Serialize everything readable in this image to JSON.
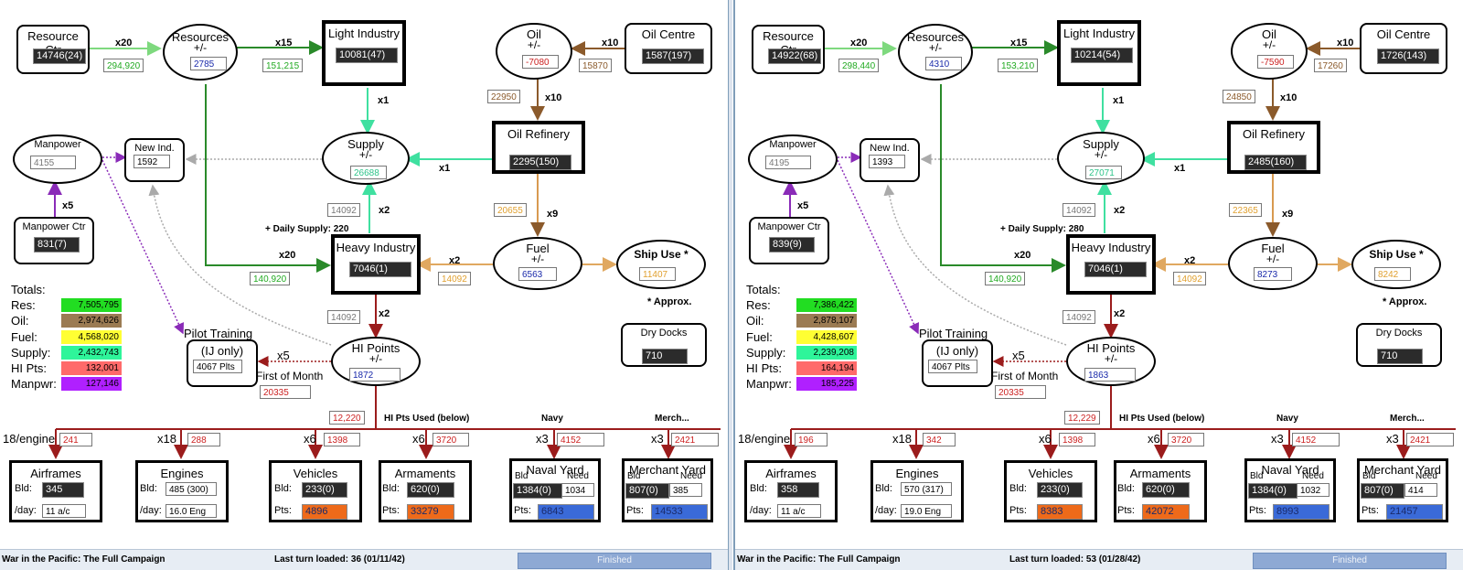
{
  "colors": {
    "resources": "#22cc22",
    "oil": "#9b7b53",
    "fuel": "#ffff33",
    "supply": "#2ef59a",
    "hi": "#ff6a6a",
    "manpower": "#b020ff",
    "arrow_dark_green": "#2a8a2a",
    "arrow_red": "#9b1c1c",
    "arrow_brown": "#8b5a2b",
    "arrow_orange": "#d8a060"
  },
  "labels": {
    "resource_ctr": "Resource Ctr",
    "resources": "Resources",
    "plusminus": "+/-",
    "light_industry": "Light Industry",
    "oil": "Oil",
    "oil_centre": "Oil Centre",
    "manpower": "Manpower",
    "new_ind": "New Ind.",
    "supply": "Supply",
    "oil_refinery": "Oil Refinery",
    "manpower_ctr": "Manpower Ctr",
    "heavy_industry": "Heavy Industry",
    "fuel": "Fuel",
    "ship_use": "Ship Use *",
    "approx": "* Approx.",
    "dry_docks": "Dry Docks",
    "totals": "Totals:",
    "res": "Res:",
    "oil_t": "Oil:",
    "fuel_t": "Fuel:",
    "supply_t": "Supply:",
    "hi_t": "HI Pts:",
    "manpwr_t": "Manpwr:",
    "pilot_training": "Pilot Training",
    "ij_only": "(IJ only)",
    "hi_points": "HI Points",
    "first_of_month": "First of Month",
    "hi_pts_used": "HI Pts Used (below)",
    "navy": "Navy",
    "merch": "Merch...",
    "engine_mult": "18/engine",
    "airframes": "Airframes",
    "engines": "Engines",
    "vehicles": "Vehicles",
    "armaments": "Armaments",
    "naval_yard": "Naval Yard",
    "merchant_yard": "Merchant Yard",
    "bld": "Bld:",
    "bld_short": "Bld",
    "need": "Need",
    "per_day": "/day:",
    "pts": "Pts:"
  },
  "multipliers": {
    "x20": "x20",
    "x15": "x15",
    "x10": "x10",
    "x1": "x1",
    "x5": "x5",
    "x2": "x2",
    "x9": "x9",
    "x18": "x18",
    "x6": "x6",
    "x3": "x3"
  },
  "panels": [
    {
      "resource_ctr": "14746(24)",
      "res_to_resources": "294,920",
      "resources_val": "2785",
      "res_to_light": "151,215",
      "light_industry": "10081(47)",
      "oil_val": "-7080",
      "oil_centre_flow": "15870",
      "oil_centre": "1587(197)",
      "oil_to_refinery": "22950",
      "manpower_val": "4155",
      "new_ind": "1592",
      "supply_val": "26688",
      "oil_refinery": "2295(150)",
      "hi_supply": "14092",
      "daily_supply": "+ Daily Supply: 220",
      "refinery_fuel": "20655",
      "manpower_ctr": "831(7)",
      "res_to_hi": "140,920",
      "heavy_industry": "7046(1)",
      "hi_fuel": "14092",
      "fuel_val": "6563",
      "ship_use": "11407",
      "hi_to_hip": "14092",
      "dry_docks": "710",
      "totals": {
        "res": "7,505,795",
        "oil": "2,974,626",
        "fuel": "4,568,020",
        "supply": "2,432,743",
        "hi": "132,001",
        "manpwr": "127,146"
      },
      "pilot_plts": "4067 Plts",
      "pilot_flow": "20335",
      "hi_points": "1872",
      "hi_used": "12,220",
      "airframes_need": "241",
      "engines_need": "288",
      "vehicles_need": "1398",
      "armaments_need": "3720",
      "naval_need_top": "4152",
      "merchant_need_top": "2421",
      "airframes_bld": "345",
      "airframes_day": "11 a/c",
      "engines_bld": "485 (300)",
      "engines_day": "16.0 Eng",
      "vehicles_bld": "233(0)",
      "vehicles_pts": "4896",
      "armaments_bld": "620(0)",
      "armaments_pts": "33279",
      "naval_bld": "1384(0)",
      "naval_need": "1034",
      "naval_pts": "6843",
      "merchant_bld": "807(0)",
      "merchant_need": "385",
      "merchant_pts": "14533",
      "app_title": "War in the Pacific: The Full Campaign",
      "last_turn": "Last turn loaded: 36 (01/11/42)",
      "status": "Finished"
    },
    {
      "resource_ctr": "14922(68)",
      "res_to_resources": "298,440",
      "resources_val": "4310",
      "res_to_light": "153,210",
      "light_industry": "10214(54)",
      "oil_val": "-7590",
      "oil_centre_flow": "17260",
      "oil_centre": "1726(143)",
      "oil_to_refinery": "24850",
      "manpower_val": "4195",
      "new_ind": "1393",
      "supply_val": "27071",
      "oil_refinery": "2485(160)",
      "hi_supply": "14092",
      "daily_supply": "+ Daily Supply: 280",
      "refinery_fuel": "22365",
      "manpower_ctr": "839(9)",
      "res_to_hi": "140,920",
      "heavy_industry": "7046(1)",
      "hi_fuel": "14092",
      "fuel_val": "8273",
      "ship_use": "8242",
      "hi_to_hip": "14092",
      "dry_docks": "710",
      "totals": {
        "res": "7,386,422",
        "oil": "2,878,107",
        "fuel": "4,428,607",
        "supply": "2,239,208",
        "hi": "164,194",
        "manpwr": "185,225"
      },
      "pilot_plts": "4067 Plts",
      "pilot_flow": "20335",
      "hi_points": "1863",
      "hi_used": "12,229",
      "airframes_need": "196",
      "engines_need": "342",
      "vehicles_need": "1398",
      "armaments_need": "3720",
      "naval_need_top": "4152",
      "merchant_need_top": "2421",
      "airframes_bld": "358",
      "airframes_day": "11 a/c",
      "engines_bld": "570 (317)",
      "engines_day": "19.0 Eng",
      "vehicles_bld": "233(0)",
      "vehicles_pts": "8383",
      "armaments_bld": "620(0)",
      "armaments_pts": "42072",
      "naval_bld": "1384(0)",
      "naval_need": "1032",
      "naval_pts": "8993",
      "merchant_bld": "807(0)",
      "merchant_need": "414",
      "merchant_pts": "21457",
      "app_title": "War in the Pacific: The Full Campaign",
      "last_turn": "Last turn loaded: 53 (01/28/42)",
      "status": "Finished"
    }
  ]
}
